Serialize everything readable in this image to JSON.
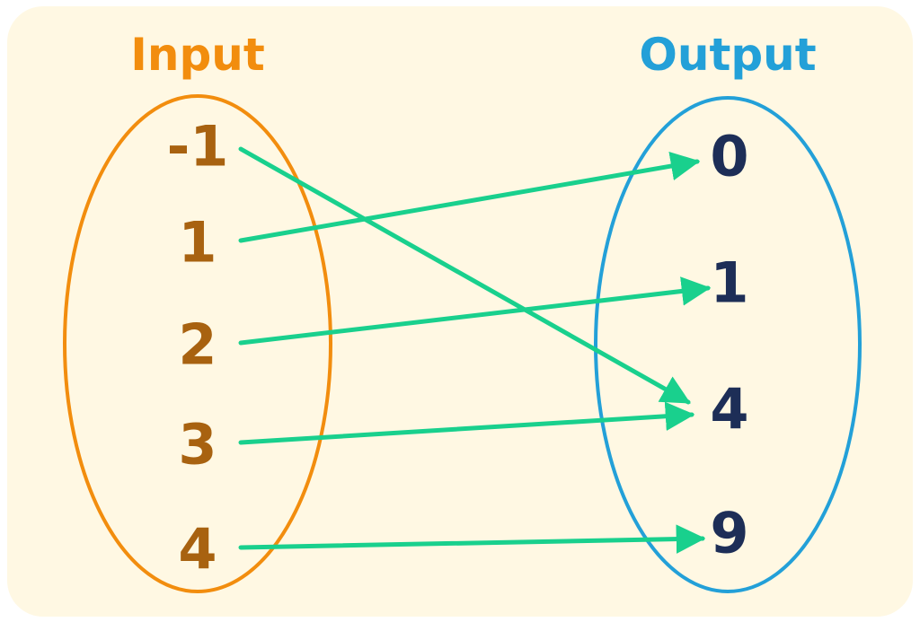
{
  "input": {
    "title": "Input",
    "values": [
      "-1",
      "1",
      "2",
      "3",
      "4"
    ]
  },
  "output": {
    "title": "Output",
    "values": [
      "0",
      "1",
      "4",
      "9"
    ]
  },
  "mapping": [
    {
      "from": "-1",
      "to": "4"
    },
    {
      "from": "1",
      "to": "0"
    },
    {
      "from": "2",
      "to": "1"
    },
    {
      "from": "3",
      "to": "4"
    },
    {
      "from": "4",
      "to": "9"
    }
  ],
  "colors": {
    "panel_background": "#fff8e3",
    "input_ellipse": "#f28d0e",
    "input_title": "#f28d0e",
    "input_values": "#a86210",
    "output_ellipse": "#23a0d8",
    "output_title": "#23a0d8",
    "output_values": "#1d2e57",
    "arrow": "#19d08d"
  }
}
